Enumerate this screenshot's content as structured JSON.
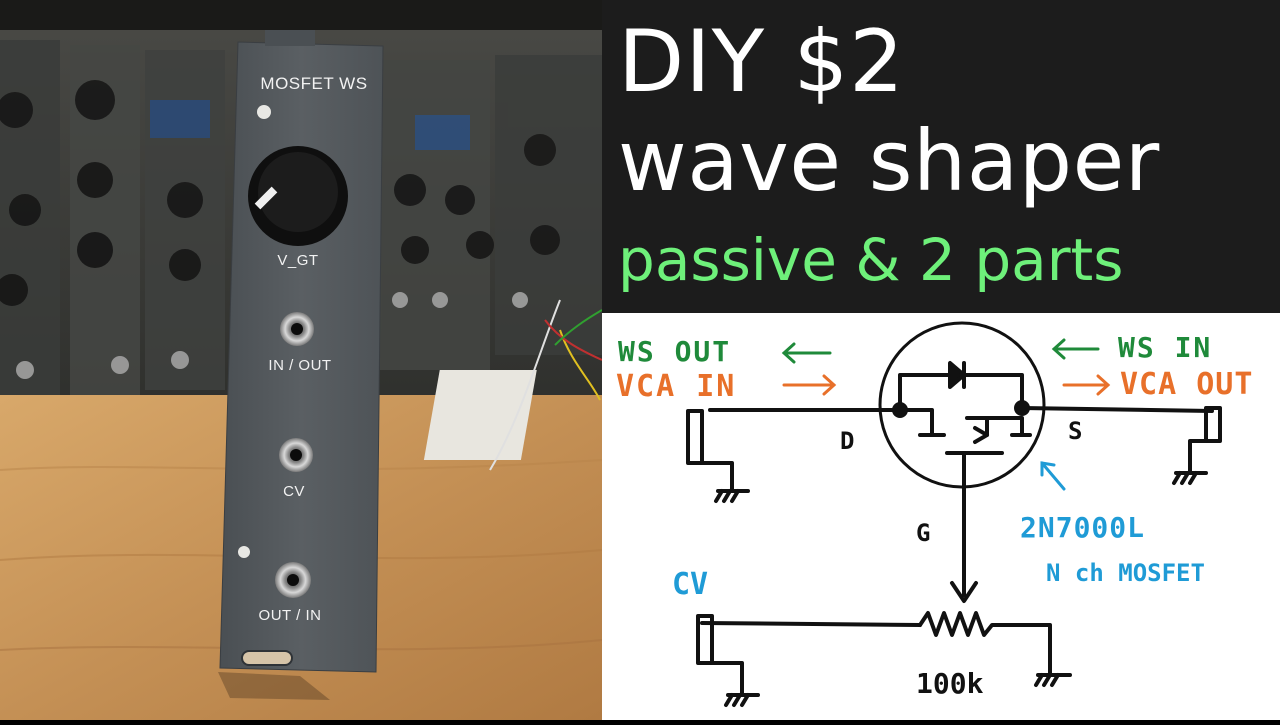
{
  "thumbnail": {
    "title_line1": "DIY $2",
    "title_line2": "wave shaper",
    "title_line3": "passive & 2 parts"
  },
  "module": {
    "name": "MOSFET WS",
    "knob_label": "V_GT",
    "jack1_label": "IN / OUT",
    "jack2_label": "CV",
    "jack3_label": "OUT / IN"
  },
  "schematic": {
    "ws_out": "WS OUT",
    "vca_in": "VCA IN",
    "ws_in": "WS IN",
    "vca_out": "VCA OUT",
    "drain": "D",
    "source": "S",
    "gate": "G",
    "part_number": "2N7000L",
    "part_type": "N ch MOSFET",
    "cv": "CV",
    "resistor": "100k"
  },
  "colors": {
    "title_bg": "#1c1c1c",
    "title_text": "#ffffff",
    "subtitle_green": "#6ef07a",
    "schem_green": "#1f8a3a",
    "schem_orange": "#e8702a",
    "schem_blue": "#1f9bd6",
    "panel_gray": "#555a5e"
  }
}
